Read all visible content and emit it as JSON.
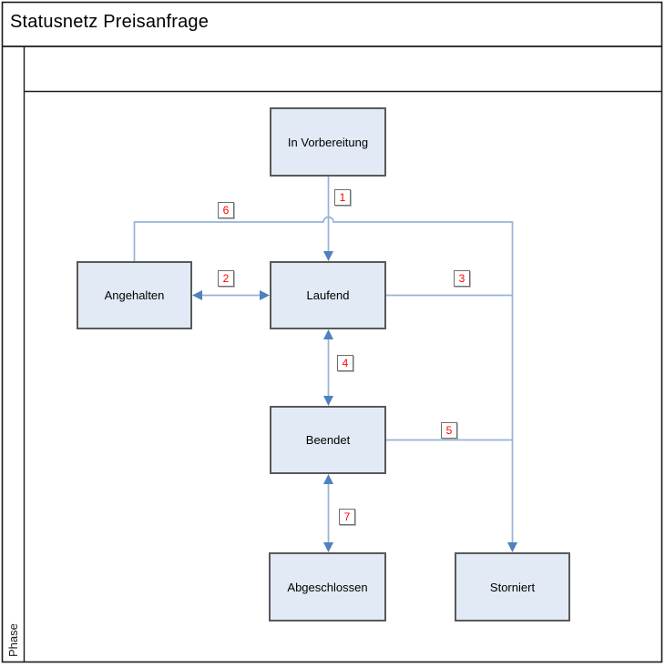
{
  "title": "Statusnetz Preisanfrage",
  "lane": {
    "label": "Phase"
  },
  "diagram": {
    "states": [
      {
        "id": "in-vorbereitung",
        "label": "In Vorbereitung"
      },
      {
        "id": "angehalten",
        "label": "Angehalten"
      },
      {
        "id": "laufend",
        "label": "Laufend"
      },
      {
        "id": "beendet",
        "label": "Beendet"
      },
      {
        "id": "abgeschlossen",
        "label": "Abgeschlossen"
      },
      {
        "id": "storniert",
        "label": "Storniert"
      }
    ],
    "transitions": [
      {
        "number": "1",
        "from": "In Vorbereitung",
        "to": "Laufend",
        "direction": "one-way"
      },
      {
        "number": "2",
        "from": "Angehalten",
        "to": "Laufend",
        "direction": "two-way"
      },
      {
        "number": "3",
        "from": "Laufend",
        "to": "Storniert",
        "direction": "one-way"
      },
      {
        "number": "4",
        "from": "Laufend",
        "to": "Beendet",
        "direction": "two-way"
      },
      {
        "number": "5",
        "from": "Beendet",
        "to": "Storniert",
        "direction": "one-way"
      },
      {
        "number": "6",
        "from": "Angehalten",
        "to": "Storniert",
        "direction": "one-way"
      },
      {
        "number": "7",
        "from": "Beendet",
        "to": "Abgeschlossen",
        "direction": "two-way"
      }
    ],
    "colors": {
      "state_fill": "#e1eaf5",
      "state_border": "#595959",
      "connector_line": "#95b3d7",
      "arrowhead": "#4f81bd",
      "transition_number": "#ff0000",
      "frame": "#1a1a1a"
    }
  }
}
